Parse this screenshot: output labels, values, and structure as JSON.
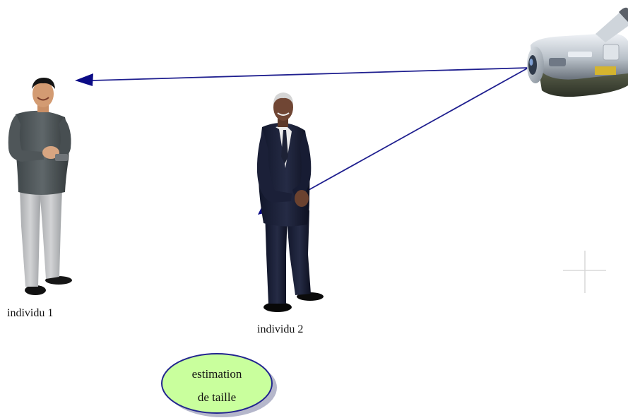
{
  "colors": {
    "arrow": "#1f1f8f",
    "arrowhead": "#0b0b86",
    "ellipse_fill": "#c9ff9d",
    "ellipse_stroke": "#22258f",
    "ellipse_shadow": "#b5b7cb",
    "background": "#ffffff",
    "crosshair": "#d8d8d8"
  },
  "icons": {
    "camera": "camcorder-icon",
    "person1": "standing-man-casual-icon",
    "person2": "standing-man-suit-icon"
  },
  "labels": {
    "individual_1": "individu 1",
    "individual_2": "individu 2"
  },
  "estimate_bubble": {
    "line_1": "estimation",
    "line_2": "de taille"
  }
}
